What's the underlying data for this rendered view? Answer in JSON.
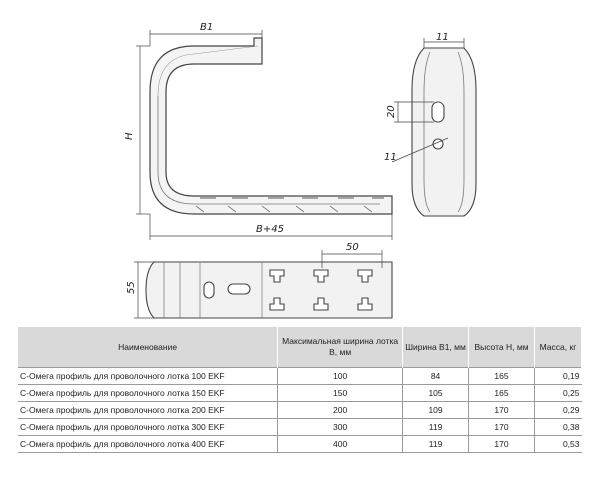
{
  "drawing": {
    "dim_b1": "B1",
    "dim_h": "H",
    "dim_b45": "B+45",
    "dim_11_top": "11",
    "dim_20": "20",
    "dim_11_hole": "11",
    "dim_50": "50",
    "dim_55": "55"
  },
  "table": {
    "headers": [
      "Наименование",
      "Максимальная ширина лотка B, мм",
      "Ширина B1, мм",
      "Высота H, мм",
      "Масса, кг"
    ],
    "rows": [
      [
        "С-Омега профиль для проволочного лотка 100 EKF",
        "100",
        "84",
        "165",
        "0,19"
      ],
      [
        "С-Омега профиль для проволочного лотка 150 EKF",
        "150",
        "105",
        "165",
        "0,25"
      ],
      [
        "С-Омега профиль для проволочного лотка 200 EKF",
        "200",
        "109",
        "170",
        "0,29"
      ],
      [
        "С-Омега профиль для проволочного лотка 300 EKF",
        "300",
        "119",
        "170",
        "0,38"
      ],
      [
        "С-Омега профиль для проволочного лотка 400 EKF",
        "400",
        "119",
        "170",
        "0,53"
      ]
    ]
  }
}
